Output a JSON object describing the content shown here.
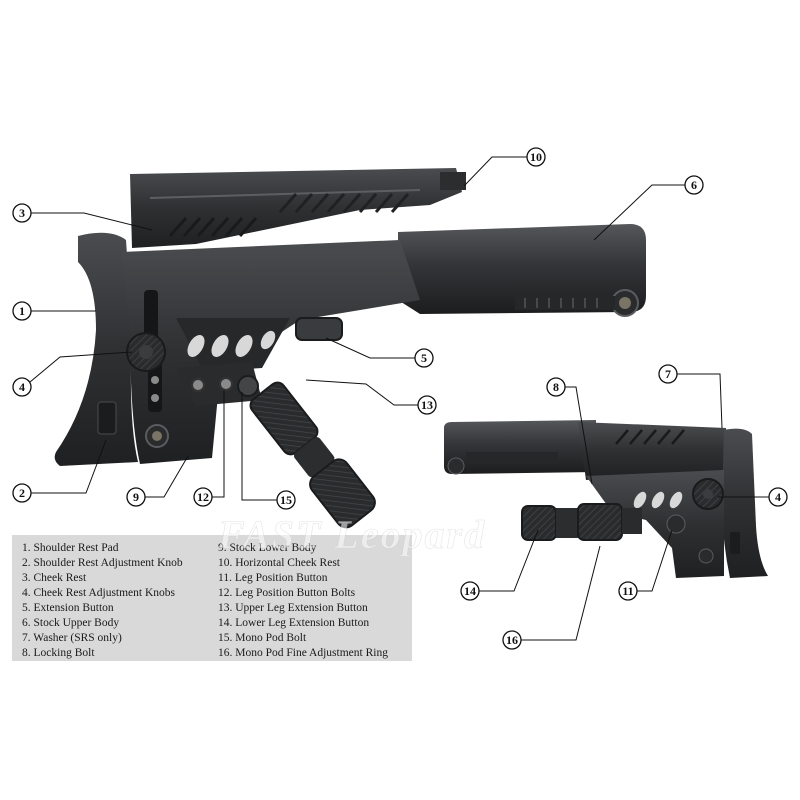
{
  "legend": {
    "items": [
      "1. Shoulder Rest Pad",
      "2. Shoulder Rest Adjustment Knob",
      "3. Cheek Rest",
      "4. Cheek Rest Adjustment Knobs",
      "5. Extension Button",
      "6. Stock Upper Body",
      "7. Washer (SRS only)",
      "8. Locking Bolt",
      "9. Stock Lower Body",
      "10. Horizontal Cheek Rest",
      "11. Leg Position Button",
      "12. Leg Position Button Bolts",
      "13. Upper Leg Extension Button",
      "14. Lower Leg Extension Button",
      "15. Mono Pod Bolt",
      "16. Mono Pod Fine Adjustment Ring"
    ]
  },
  "callouts": [
    {
      "label": "1"
    },
    {
      "label": "2"
    },
    {
      "label": "3"
    },
    {
      "label": "4"
    },
    {
      "label": "5"
    },
    {
      "label": "6"
    },
    {
      "label": "7"
    },
    {
      "label": "8"
    },
    {
      "label": "9"
    },
    {
      "label": "10"
    },
    {
      "label": "11"
    },
    {
      "label": "12"
    },
    {
      "label": "13"
    },
    {
      "label": "14"
    },
    {
      "label": "15"
    },
    {
      "label": "16"
    },
    {
      "label": "4"
    }
  ],
  "watermark": "FAST Leopard",
  "colors": {
    "stock_body": "#2f3032",
    "stock_dark": "#1f2021",
    "stock_highlight": "#4a4c4f",
    "legend_background": "#d9d9d9",
    "leader_line": "#111111"
  }
}
